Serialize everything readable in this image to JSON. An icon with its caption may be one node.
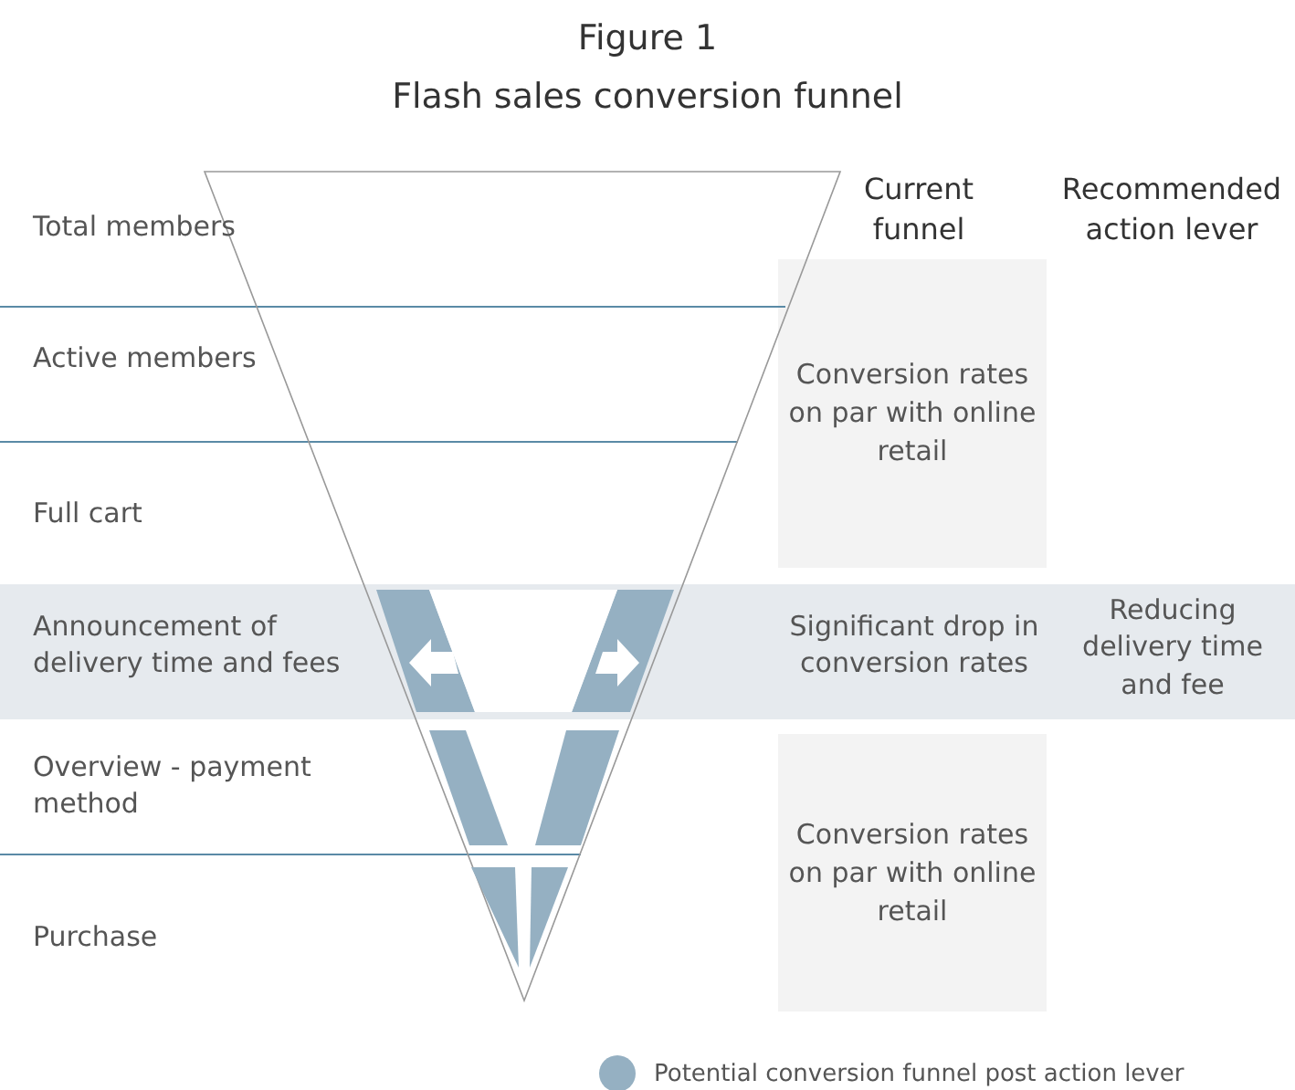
{
  "diagram": {
    "title": "Flash sales conversion funnel",
    "nodes": [
      {
        "text": [
          "Conversion rates on par with online retail"
        ]
      },
      {
        "text": [
          "Announcement of delivery time and fees",
          "Significant drop in conversion rates",
          "Reducing delivery time and fee"
        ]
      },
      {
        "text": [
          "Conversion rates on par with online retail"
        ]
      }
    ],
    "labels": [
      "Figure 1",
      "Current funnel",
      "Recommended action lever",
      "Total members",
      "Active members",
      "Full cart",
      "Overview - payment method",
      "Purchase"
    ],
    "legend": [
      {
        "text": "Potential conversion funnel post action lever",
        "color": "#95b0c2"
      }
    ]
  }
}
